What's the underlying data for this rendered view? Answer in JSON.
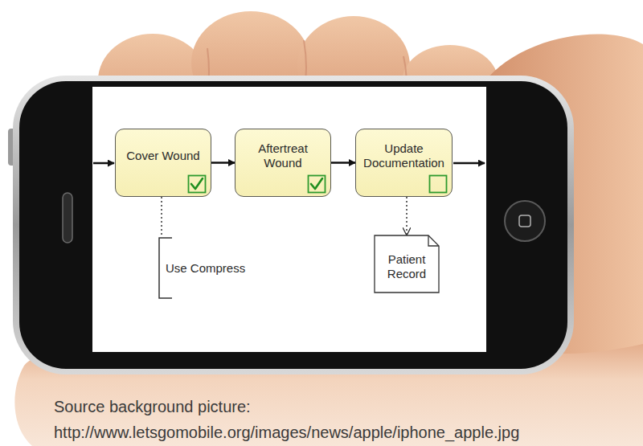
{
  "diagram": {
    "nodes": [
      {
        "text": [
          "Cover Wound"
        ]
      },
      {
        "text": [
          "Aftertreat Wound"
        ]
      },
      {
        "text": [
          "Update Documentation"
        ]
      },
      {
        "text": [
          "Use Compress"
        ]
      },
      {
        "text": [
          "Patient Record"
        ]
      }
    ],
    "edges": [
      {
        "from": 0,
        "to": 1,
        "arrow": "to"
      },
      {
        "from": 1,
        "to": 2,
        "arrow": "to"
      },
      {
        "from": 0,
        "to": 3,
        "arrow": "none"
      },
      {
        "from": 2,
        "to": 4,
        "arrow": "to"
      }
    ],
    "labels": [
      "Source background picture:",
      "http://www.letsgomobile.org/images/news/apple/iphone_apple.jpg"
    ]
  }
}
